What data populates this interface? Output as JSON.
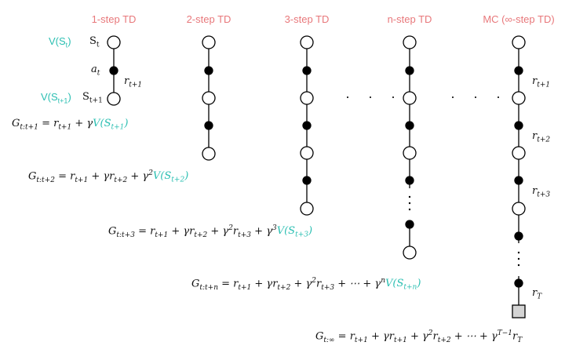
{
  "headers": [
    "1-step TD",
    "2-step TD",
    "3-step TD",
    "n-step TD",
    "MC (∞-step TD)"
  ],
  "col1": {
    "v_st": "V(S",
    "v_st_sub": "t",
    "v_st_close": ")",
    "s_t": "S",
    "s_t_sub": "t",
    "a_t": "a",
    "a_t_sub": "t",
    "r_t1": "r",
    "r_t1_sub": "t+1",
    "v_st1": "V(S",
    "v_st1_sub": "t+1",
    "v_st1_close": ")",
    "s_t1": "S",
    "s_t1_sub": "t+1"
  },
  "mc_rewards": [
    {
      "r": "r",
      "sub": "t+1"
    },
    {
      "r": "r",
      "sub": "t+2"
    },
    {
      "r": "r",
      "sub": "t+3"
    },
    {
      "r": "r",
      "sub": "T"
    }
  ],
  "ellipsis": "· · ·",
  "equations": {
    "g1": {
      "lhs": "G",
      "lhs_sub": "t:t+1",
      "body": " = r",
      "r1_sub": "t+1",
      "plus": " + γ",
      "v": "V(S",
      "v_sub": "t+1",
      "v_close": ")"
    },
    "g2": {
      "lhs": "G",
      "lhs_sub": "t:t+2",
      "a": " = r",
      "a_sub": "t+1",
      "b": " + γr",
      "b_sub": "t+2",
      "c": " + γ",
      "c_sup": "2",
      "v": "V(S",
      "v_sub": "t+2",
      "v_close": ")"
    },
    "g3": {
      "lhs": "G",
      "lhs_sub": "t:t+3",
      "a": " = r",
      "a_sub": "t+1",
      "b": " + γr",
      "b_sub": "t+2",
      "c": " + γ",
      "c_sup": "2",
      "c2": "r",
      "c2_sub": "t+3",
      "d": " + γ",
      "d_sup": "3",
      "v": "V(S",
      "v_sub": "t+3",
      "v_close": ")"
    },
    "gn": {
      "lhs": "G",
      "lhs_sub": "t:t+n",
      "a": " = r",
      "a_sub": "t+1",
      "b": " + γr",
      "b_sub": "t+2",
      "c": " + γ",
      "c_sup": "2",
      "c2": "r",
      "c2_sub": "t+3",
      "d": " + ⋯ + γ",
      "d_sup": "n",
      "v": "V(S",
      "v_sub": "t+n",
      "v_close": ")"
    },
    "ginf": {
      "lhs": "G",
      "lhs_sub": "t:∞",
      "a": " = r",
      "a_sub": "t+1",
      "b": " + γr",
      "b_sub": "t+1",
      "c": " + γ",
      "c_sup": "2",
      "c2": "r",
      "c2_sub": "t+2",
      "d": " + ⋯ + γ",
      "d_sup": "T−1",
      "e": "r",
      "e_sub": "T"
    }
  },
  "colors": {
    "header": "#e8787b",
    "teal": "#2bbfb2",
    "terminal_fill": "#d4d4d4"
  }
}
